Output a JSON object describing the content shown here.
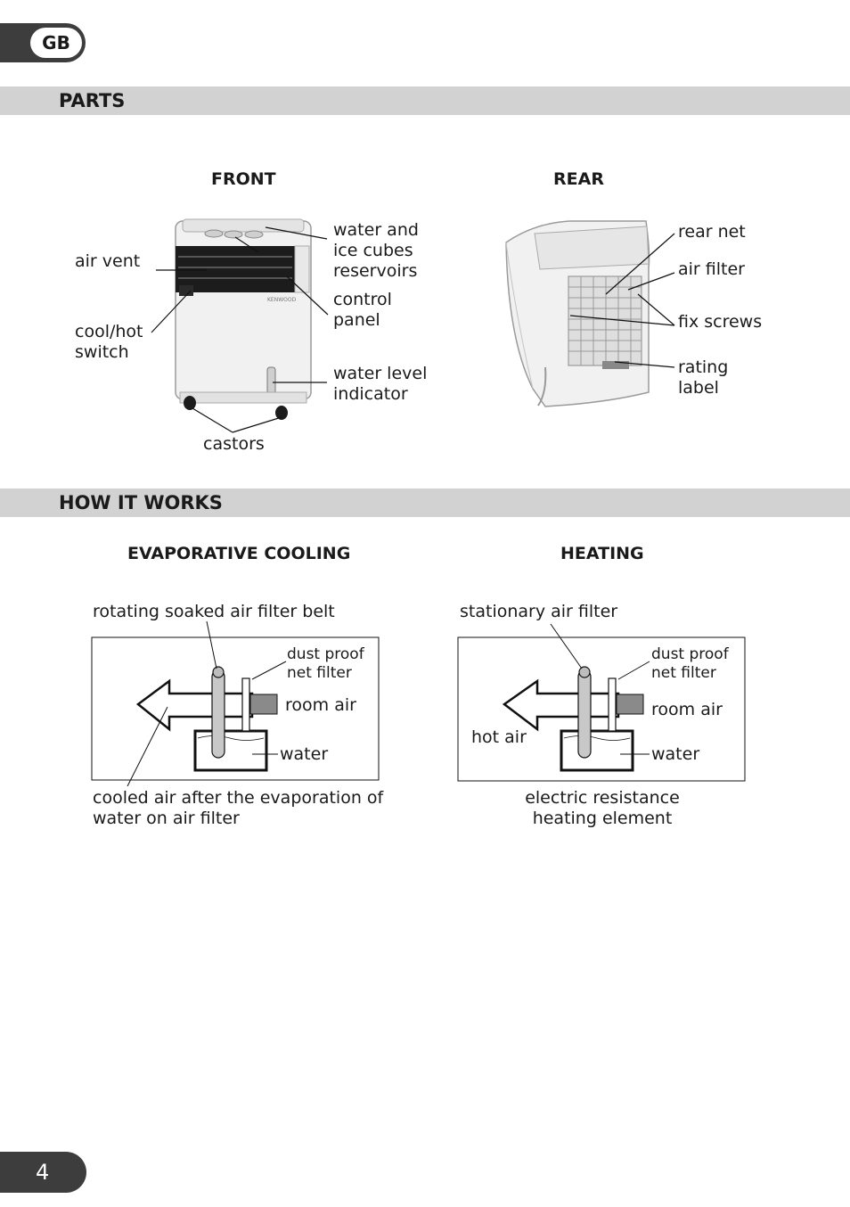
{
  "header": {
    "lang": "GB"
  },
  "footer": {
    "page_number": "4"
  },
  "parts": {
    "title": "PARTS",
    "front": {
      "heading": "FRONT",
      "labels": {
        "air_vent": "air vent",
        "cool_hot_switch": [
          "cool/hot",
          "switch"
        ],
        "reservoirs": [
          "water and",
          "ice cubes",
          "reservoirs"
        ],
        "control_panel": [
          "control",
          "panel"
        ],
        "water_level": [
          "water level",
          "indicator"
        ],
        "castors": "castors"
      }
    },
    "rear": {
      "heading": "REAR",
      "labels": {
        "rear_net": "rear net",
        "air_filter": "air filter",
        "fix_screws": "fix screws",
        "rating_label": [
          "rating",
          "label"
        ]
      }
    }
  },
  "how_it_works": {
    "title": "HOW IT WORKS",
    "evaporative": {
      "heading": "EVAPORATIVE COOLING",
      "top_label": "rotating soaked air filter belt",
      "dust_filter": [
        "dust proof",
        "net filter"
      ],
      "room_air": "room air",
      "water": "water",
      "caption": [
        "cooled air after the evaporation of",
        "water on air filter"
      ]
    },
    "heating": {
      "heading": "HEATING",
      "top_label": "stationary air filter",
      "dust_filter": [
        "dust proof",
        "net filter"
      ],
      "room_air": "room air",
      "hot_air": "hot air",
      "water": "water",
      "caption": [
        "electric resistance",
        "heating element"
      ]
    }
  }
}
